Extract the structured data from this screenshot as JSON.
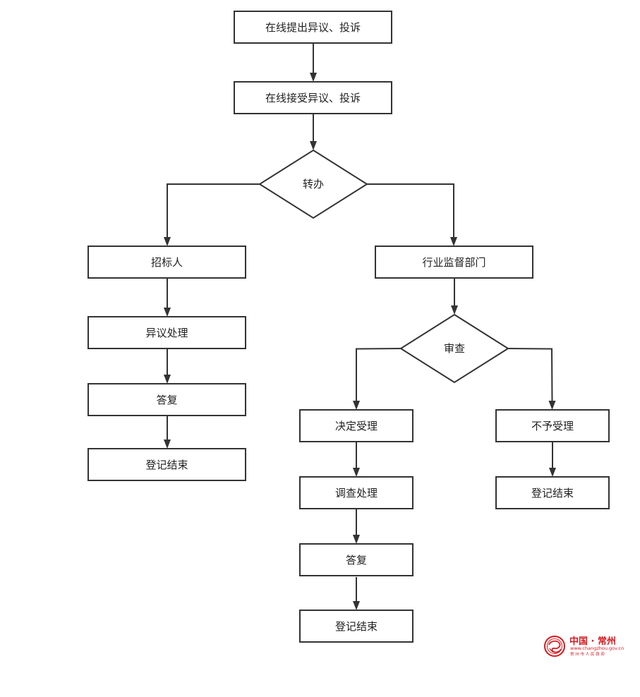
{
  "nodes": {
    "submit": {
      "label": "在线提出异议、投诉"
    },
    "receive": {
      "label": "在线接受异议、投诉"
    },
    "transfer": {
      "label": "转办"
    },
    "tenderer": {
      "label": "招标人"
    },
    "industry_dept": {
      "label": "行业监督部门"
    },
    "objection_handling": {
      "label": "异议处理"
    },
    "reply_left": {
      "label": "答复"
    },
    "end_left": {
      "label": "登记结束"
    },
    "review": {
      "label": "审查"
    },
    "accept": {
      "label": "决定受理"
    },
    "reject": {
      "label": "不予受理"
    },
    "investigate": {
      "label": "调查处理"
    },
    "end_reject": {
      "label": "登记结束"
    },
    "reply_mid": {
      "label": "答复"
    },
    "end_mid": {
      "label": "登记结束"
    }
  },
  "logo": {
    "title": "中国 · 常州",
    "url": "www.changzhou.gov.cn",
    "subtitle": "常 州 市 人 民 政 府"
  },
  "colors": {
    "stroke": "#333333",
    "text": "#222222",
    "logo": "#d7191f"
  }
}
